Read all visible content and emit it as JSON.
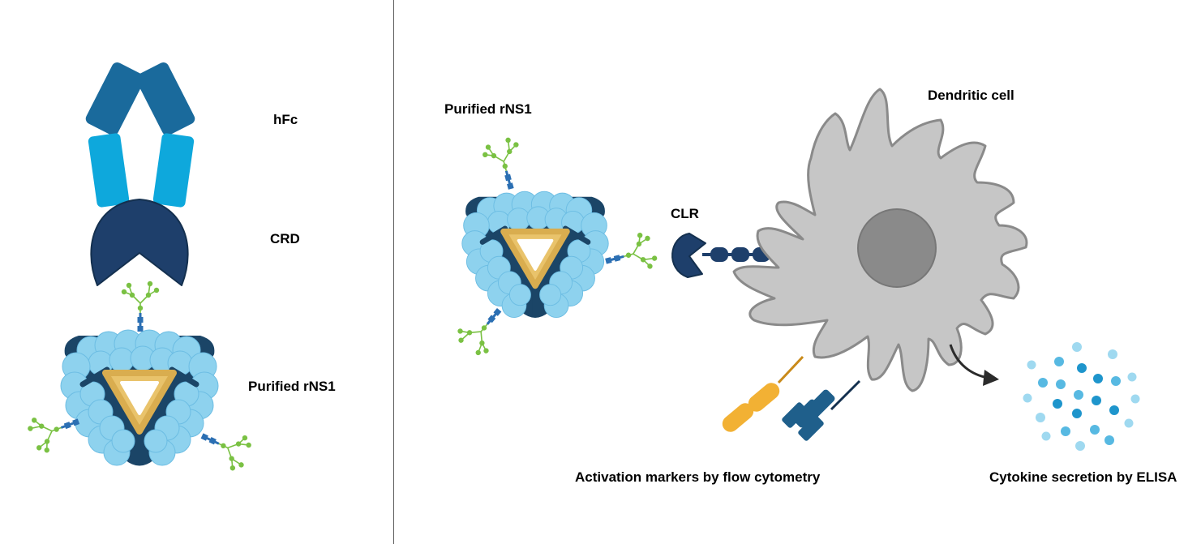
{
  "left_panel": {
    "hfc_label": "hFc",
    "crd_label": "CRD",
    "rns1_label": "Purified rNS1"
  },
  "right_panel": {
    "rns1_label": "Purified rNS1",
    "clr_label": "CLR",
    "dendritic_cell_label": "Dendritic cell",
    "activation_label": "Activation markers by flow cytometry",
    "cytokine_label": "Cytokine secretion by ELISA"
  },
  "colors": {
    "fc_dark": "#1a6a9c",
    "fc_light": "#0ea8dc",
    "crd_navy": "#1e3f6b",
    "protein_light": "#8ed2ee",
    "protein_dark": "#1b4567",
    "core_gold": "#e9c36b",
    "glycan_green": "#7ac143",
    "glycan_blue": "#2b6fb3",
    "cell_gray": "#c6c6c6",
    "nucleus_gray": "#8a8a8a",
    "marker_orange": "#f2b134",
    "marker_blue": "#1f5f8b"
  }
}
